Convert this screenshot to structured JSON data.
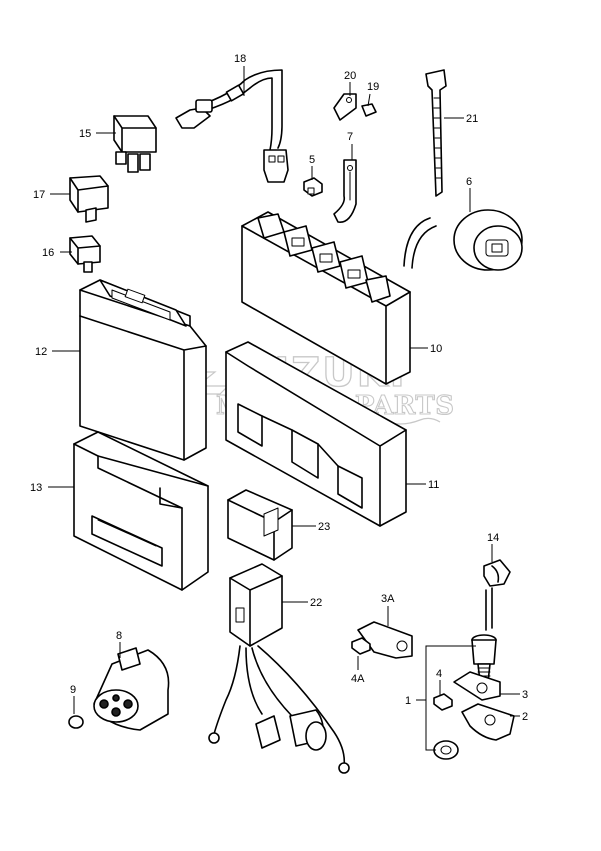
{
  "diagram": {
    "watermark": {
      "line1": "SUZUKI",
      "line2": "MARINE PARTS"
    },
    "callouts": [
      {
        "id": "c1",
        "label": "1"
      },
      {
        "id": "c2",
        "label": "2"
      },
      {
        "id": "c3",
        "label": "3"
      },
      {
        "id": "c3a",
        "label": "3A"
      },
      {
        "id": "c4",
        "label": "4"
      },
      {
        "id": "c4a",
        "label": "4A"
      },
      {
        "id": "c5",
        "label": "5"
      },
      {
        "id": "c6",
        "label": "6"
      },
      {
        "id": "c7",
        "label": "7"
      },
      {
        "id": "c8",
        "label": "8"
      },
      {
        "id": "c9",
        "label": "9"
      },
      {
        "id": "c10",
        "label": "10"
      },
      {
        "id": "c11",
        "label": "11"
      },
      {
        "id": "c12",
        "label": "12"
      },
      {
        "id": "c13",
        "label": "13"
      },
      {
        "id": "c14",
        "label": "14"
      },
      {
        "id": "c15",
        "label": "15"
      },
      {
        "id": "c16",
        "label": "16"
      },
      {
        "id": "c17",
        "label": "17"
      },
      {
        "id": "c18",
        "label": "18"
      },
      {
        "id": "c19",
        "label": "19"
      },
      {
        "id": "c20",
        "label": "20"
      },
      {
        "id": "c21",
        "label": "21"
      },
      {
        "id": "c22",
        "label": "22"
      },
      {
        "id": "c23",
        "label": "23"
      }
    ]
  }
}
